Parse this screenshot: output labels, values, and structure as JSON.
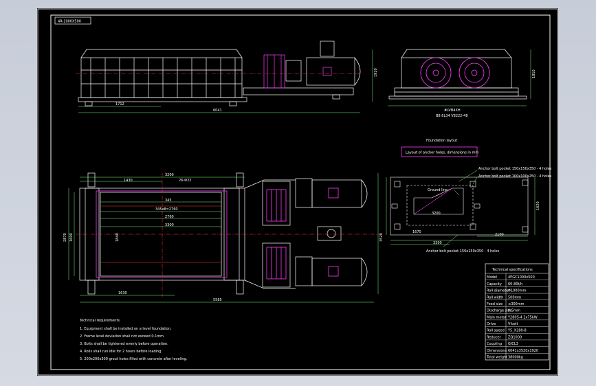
{
  "sheet": {
    "tag": "4R-1000X500",
    "colors": {
      "background": "#000000",
      "frame": "#ffffff",
      "machine": "#ffffff",
      "dimension": "#7dff7d",
      "accent": "#ff3dfc",
      "centerline": "#ff3b3b",
      "outside": "#c9cfd9"
    }
  },
  "front_view": {
    "dims": {
      "total_length": "6041",
      "left_segment": "1712",
      "height": "1920"
    }
  },
  "side_view": {
    "dims": {
      "height": "1810"
    },
    "caption_line1": "#LVB4XH",
    "caption_line2": "B8:6L34 V8222-48"
  },
  "top_view": {
    "dims": {
      "top_span": "3200",
      "top_holes": "26-Φ22",
      "top_left": "1430",
      "inner_345": "345",
      "inner_formula": "345x8=2760",
      "inner_2760": "2760",
      "inner_3300": "3300",
      "bottom_1630": "1630",
      "total_5585": "5585",
      "left_2870": "2870",
      "left_1600": "1600",
      "left_1840": "1840",
      "right_3520": "3520"
    }
  },
  "foundation": {
    "title": "Foundation layout",
    "note": "Layout of anchor holes, dimensions in mm",
    "callouts": [
      "Anchor bolt pocket 150x150x350 - 4 holes",
      "Anchor bolt pocket 100x100x250 - 4 holes",
      "Ground line",
      "Anchor bolt pocket 150x150x350 - 4 holes"
    ],
    "dims": {
      "inner_width": "3200",
      "width_4": "1670",
      "height": "1620",
      "span": "3300",
      "right": "2100"
    }
  },
  "tech_table": {
    "title": "Technical specifications",
    "rows": [
      {
        "label": "Model",
        "value": "4PGC1000x500"
      },
      {
        "label": "Capacity",
        "value": "60-80t/h"
      },
      {
        "label": "Roll diameter",
        "value": "Φ1000mm"
      },
      {
        "label": "Roll width",
        "value": "500mm"
      },
      {
        "label": "Feed size",
        "value": "≤300mm"
      },
      {
        "label": "Discharge size",
        "value": "0-5mm"
      },
      {
        "label": "Main motor",
        "value": "Y280S-4 2x75kW"
      },
      {
        "label": "Drive",
        "value": "V-belt"
      },
      {
        "label": "Roll speed",
        "value": "Y5_X280-8"
      },
      {
        "label": "Reducer",
        "value": "ZQ1000"
      },
      {
        "label": "Coupling",
        "value": "GICL3"
      },
      {
        "label": "Dimensions",
        "value": "6041x3520x1920"
      },
      {
        "label": "Total weight",
        "value": "38000kg"
      }
    ]
  },
  "notes": {
    "title": "Technical requirements",
    "items": [
      "1. Equipment shall be installed on a level foundation.",
      "2. Frame level deviation shall not exceed 0.1mm.",
      "3. Bolts shall be tightened evenly before operation.",
      "4. Rolls shall run idle for 2 hours before loading.",
      "5. 200x200x300 grout holes filled with concrete after leveling."
    ]
  }
}
